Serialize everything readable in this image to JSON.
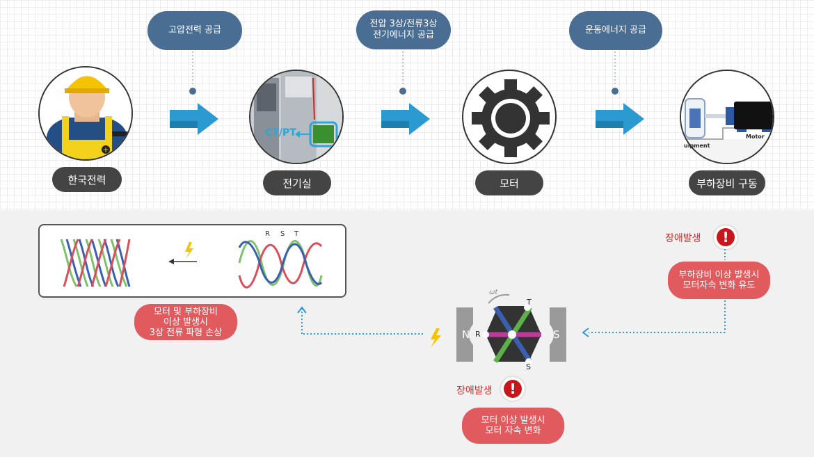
{
  "flow": {
    "supply_labels": [
      "고압전력 공급",
      "전압 3상/전류3상\n전기에너지 공급",
      "운동에너지 공급"
    ],
    "nodes": [
      "한국전력",
      "전기실",
      "모터",
      "부하장비 구동"
    ],
    "ct_pt_label": "CT/PT",
    "motor_image_label": "Motor",
    "equipment_image_label": "uipment"
  },
  "fault": {
    "load_fault_label": "장애발생",
    "load_fault_desc": "부하장비 이상 발생시\n모터자속 변화 유도",
    "motor_fault_label": "장애발생",
    "motor_fault_desc": "모터 이상 발생시\n모터 자속 변화",
    "waveform_desc": "모터 및 부하장비\n이상 발생시\n3상 전류 파형 손상",
    "phase_labels": [
      "R",
      "S",
      "T"
    ],
    "pole_north": "N",
    "pole_south": "S",
    "rotor_labels": {
      "top": "T",
      "left": "R",
      "bottom": "S",
      "angle": "ωt"
    },
    "warn_symbol": "!"
  },
  "colors": {
    "pill_blue": "#4a6d93",
    "pill_dark": "#444444",
    "pill_red": "#e05a5e",
    "arrow_blue": "#2a9ad0",
    "wave_red": "#d94e5a",
    "wave_blue": "#3b5fb0",
    "wave_green": "#7dc26a",
    "alert_red": "#c8161d"
  }
}
